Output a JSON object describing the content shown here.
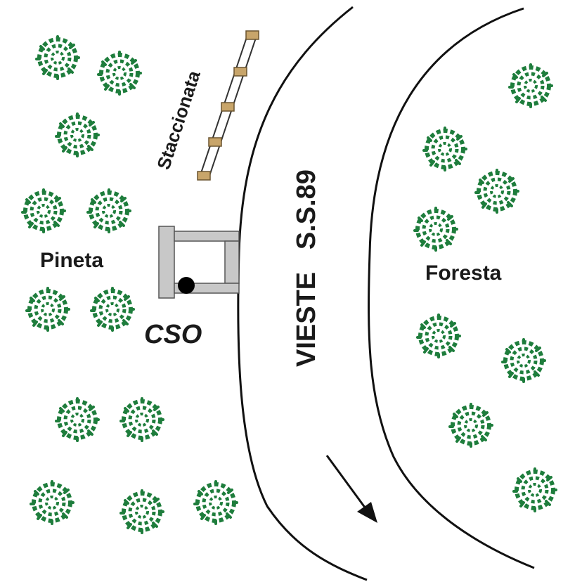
{
  "labels": {
    "pineta": "Pineta",
    "foresta": "Foresta",
    "cso": "CSO",
    "staccionata": "Staccionata",
    "road": "VIESTE   S.S.89"
  },
  "colors": {
    "tree_fill": "#ffffff",
    "tree_stroke": "#1e7d3c",
    "road_line": "#111111",
    "building": "#c8c8c8",
    "building_stroke": "#555555",
    "fence_post": "#c8a56a",
    "fence_post_stroke": "#6b5530"
  },
  "icons": {
    "tree": "tree-icon",
    "fence": "fence-icon",
    "building": "cso-building-icon",
    "direction": "direction-arrow-icon",
    "marker": "cso-marker-icon"
  }
}
